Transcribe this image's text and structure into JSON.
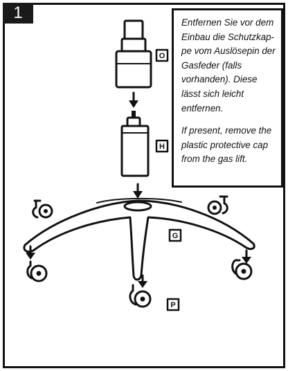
{
  "step": {
    "number": "1"
  },
  "instructions": {
    "german": "Entfernen Sie vor dem Einbau die Schutzkap-pe vom Auslösepin der Gasfeder (falls vorhanden). Diese lässt sich leicht entfernen.",
    "english": "If present, remove the plastic  protective cap from the gas lift."
  },
  "parts": {
    "cap": "O",
    "gas_lift": "H",
    "base": "G",
    "caster": "P"
  },
  "colors": {
    "line": "#111111",
    "fill": "#ffffff",
    "badge": "#1a1a1a"
  }
}
